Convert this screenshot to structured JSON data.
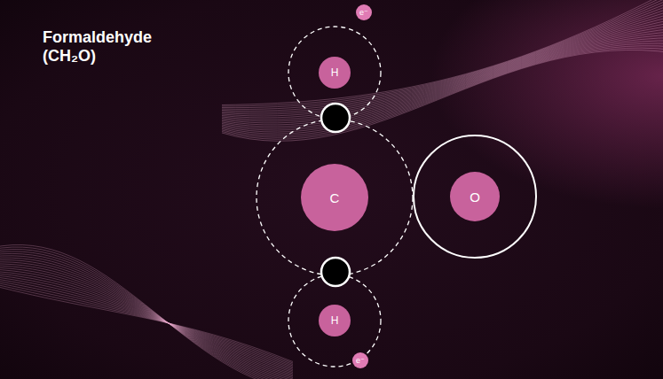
{
  "diagram": {
    "title": "Formaldehyde (CH₂O)",
    "nodes": [
      {
        "text": [
          "e⁻"
        ]
      },
      {
        "text": [
          "H"
        ]
      },
      {
        "text": [
          "C"
        ]
      },
      {
        "text": [
          "O"
        ]
      },
      {
        "text": [
          "H"
        ]
      },
      {
        "text": [
          "e⁻"
        ]
      }
    ]
  }
}
